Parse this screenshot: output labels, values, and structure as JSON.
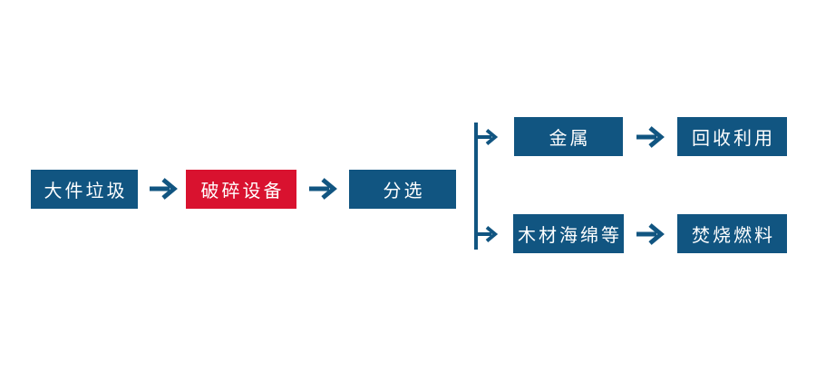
{
  "diagram": {
    "title": "bulky-waste-processing-flow",
    "background": "#ffffff",
    "colors": {
      "node_blue": "#115581",
      "node_red": "#d9122f",
      "node_text": "#ffffff",
      "arrow": "#115581"
    },
    "nodes": [
      {
        "id": "bulky-waste",
        "label": "大件垃圾",
        "fill": "node_blue"
      },
      {
        "id": "crushing-equipment",
        "label": "破碎设备",
        "fill": "node_red"
      },
      {
        "id": "sorting",
        "label": "分选",
        "fill": "node_blue"
      },
      {
        "id": "metal",
        "label": "金属",
        "fill": "node_blue"
      },
      {
        "id": "recycling",
        "label": "回收利用",
        "fill": "node_blue"
      },
      {
        "id": "wood-sponge-etc",
        "label": "木材海绵等",
        "fill": "node_blue"
      },
      {
        "id": "incineration-fuel",
        "label": "焚烧燃料",
        "fill": "node_blue"
      }
    ],
    "edges": [
      {
        "from": "bulky-waste",
        "to": "crushing-equipment",
        "type": "arrow"
      },
      {
        "from": "crushing-equipment",
        "to": "sorting",
        "type": "arrow"
      },
      {
        "from": "sorting",
        "to": "metal",
        "type": "branch-arrow"
      },
      {
        "from": "sorting",
        "to": "wood-sponge-etc",
        "type": "branch-arrow"
      },
      {
        "from": "metal",
        "to": "recycling",
        "type": "arrow"
      },
      {
        "from": "wood-sponge-etc",
        "to": "incineration-fuel",
        "type": "arrow"
      }
    ]
  }
}
